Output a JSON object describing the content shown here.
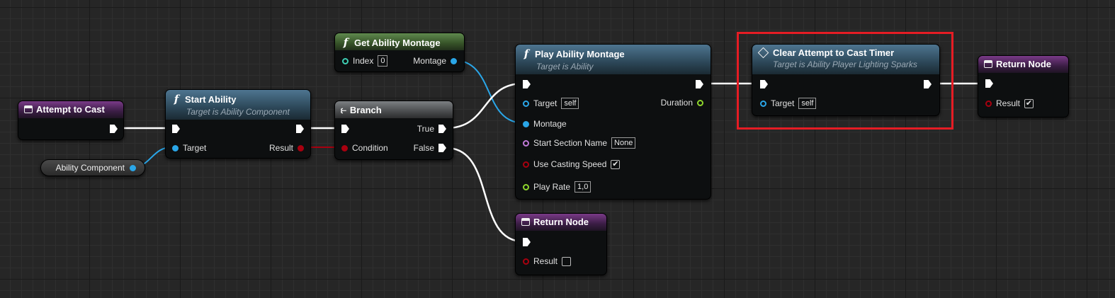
{
  "nodes": {
    "attempt_to_cast": {
      "title": "Attempt to Cast"
    },
    "ability_component": {
      "label": "Ability Component"
    },
    "start_ability": {
      "title": "Start Ability",
      "subtitle": "Target is Ability Component",
      "pins": {
        "target": "Target",
        "result": "Result"
      }
    },
    "get_ability_montage": {
      "title": "Get Ability Montage",
      "pins": {
        "index": "Index",
        "index_value": "0",
        "montage": "Montage"
      }
    },
    "branch": {
      "title": "Branch",
      "pins": {
        "condition": "Condition",
        "true_label": "True",
        "false_label": "False"
      }
    },
    "play_ability_montage": {
      "title": "Play Ability Montage",
      "subtitle": "Target is Ability",
      "pins": {
        "target": "Target",
        "target_value": "self",
        "duration": "Duration",
        "montage": "Montage",
        "start_section_name": "Start Section Name",
        "start_section_value": "None",
        "use_casting_speed": "Use Casting Speed",
        "use_casting_speed_checked": true,
        "play_rate": "Play Rate",
        "play_rate_value": "1,0"
      }
    },
    "clear_timer": {
      "title": "Clear Attempt to Cast Timer",
      "subtitle": "Target is Ability Player Lighting Sparks",
      "pins": {
        "target": "Target",
        "target_value": "self"
      }
    },
    "return_node_true": {
      "title": "Return Node",
      "pins": {
        "result": "Result"
      },
      "result_checked": true
    },
    "return_node_false": {
      "title": "Return Node",
      "pins": {
        "result": "Result"
      },
      "result_checked": false
    }
  },
  "colors": {
    "exec_wire": "#ffffff",
    "object_wire": "#2aa6e8",
    "bool_wire": "#a8000f",
    "highlight": "#e51c24"
  },
  "icons": {
    "function": "function-icon",
    "event": "event-icon",
    "branch": "branch-icon",
    "macro": "diamond-icon",
    "check": "✔"
  }
}
